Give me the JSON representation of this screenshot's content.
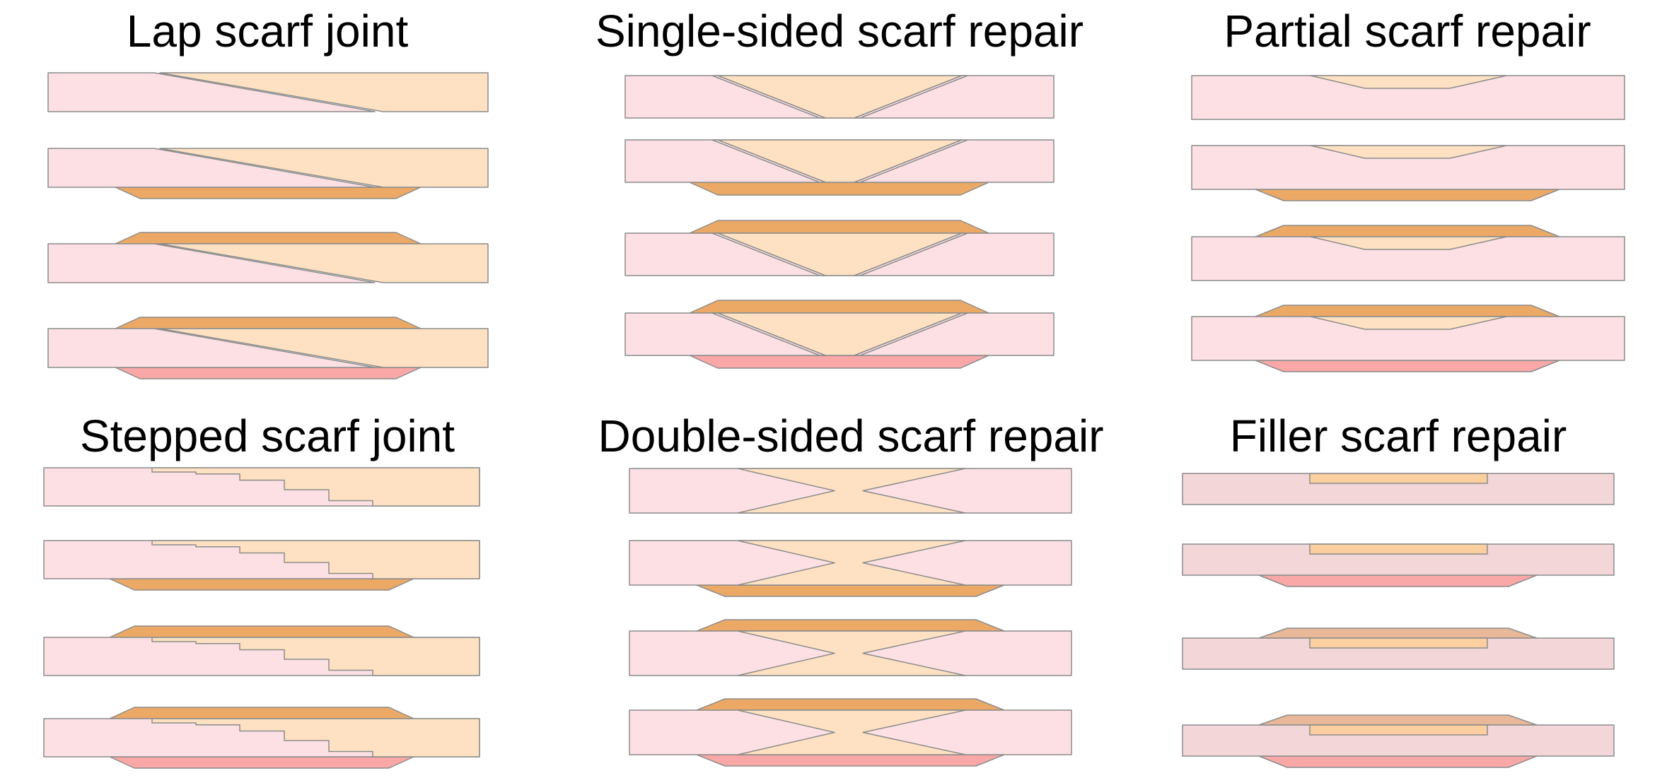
{
  "panels": [
    {
      "key": "lap",
      "title": "Lap scarf joint"
    },
    {
      "key": "single",
      "title": "Single-sided scarf repair"
    },
    {
      "key": "partial",
      "title": "Partial scarf repair"
    },
    {
      "key": "stepped",
      "title": "Stepped scarf joint"
    },
    {
      "key": "double",
      "title": "Double-sided scarf repair"
    },
    {
      "key": "filler",
      "title": "Filler scarf repair"
    }
  ],
  "colors": {
    "adherend": "#fde0e3",
    "adherend_filler": "#f2d6d8",
    "patch": "#fde1c2",
    "patch_filler": "#fbcf9f",
    "doubler_top": "#eca966",
    "doubler_top_filler": "#e8b898",
    "doubler_bottom": "#f9a7a7",
    "outline": "#8c8c8c"
  }
}
